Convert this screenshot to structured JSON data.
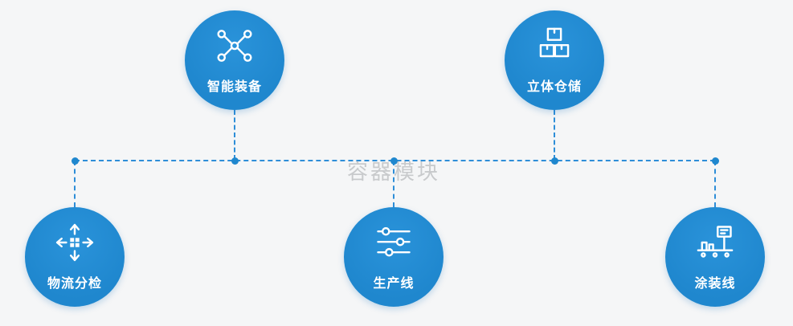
{
  "watermark": "容器模块",
  "colors": {
    "background": "#f5f6f7",
    "circle": "#1f87ce",
    "line": "#2e8ed8",
    "dot": "#1f87ce",
    "watermark": "#b9bcbe"
  },
  "nodes": [
    {
      "label": "智能装备",
      "icon": "network-icon"
    },
    {
      "label": "立体仓储",
      "icon": "storage-boxes-icon"
    },
    {
      "label": "物流分检",
      "icon": "sort-arrows-icon"
    },
    {
      "label": "生产线",
      "icon": "sliders-icon"
    },
    {
      "label": "涂装线",
      "icon": "coating-machine-icon"
    }
  ]
}
